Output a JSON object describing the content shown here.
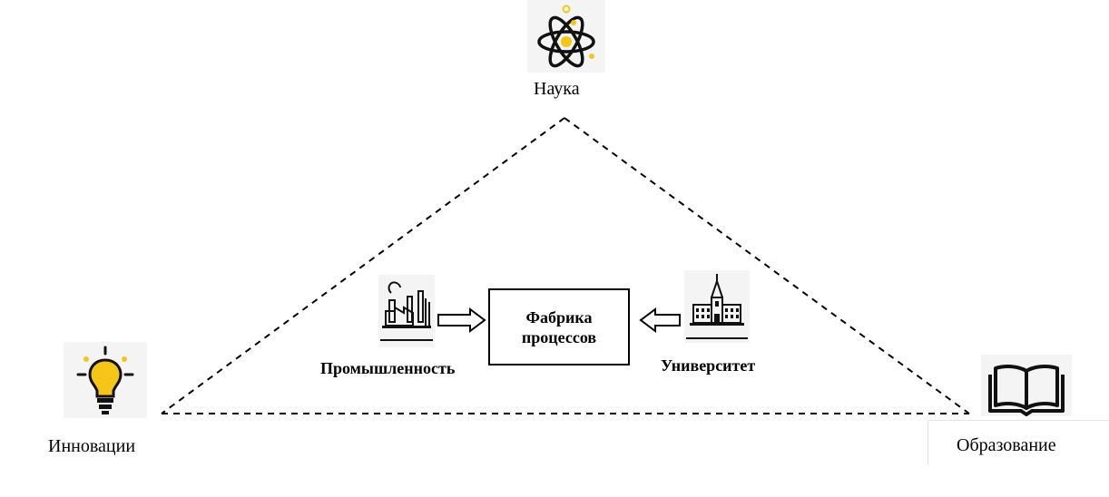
{
  "nodes": {
    "science": {
      "label": "Наука",
      "icon": "atom-icon"
    },
    "innovation": {
      "label": "Инновации",
      "icon": "lightbulb-icon"
    },
    "education": {
      "label": "Образование",
      "icon": "open-book-icon"
    },
    "industry": {
      "label": "Промышленность",
      "icon": "factory-icon"
    },
    "university": {
      "label": "Университет",
      "icon": "university-building-icon"
    }
  },
  "center_box": {
    "line1": "Фабрика",
    "line2": "процессов"
  },
  "colors": {
    "accent": "#f5c518",
    "stroke": "#000000"
  }
}
